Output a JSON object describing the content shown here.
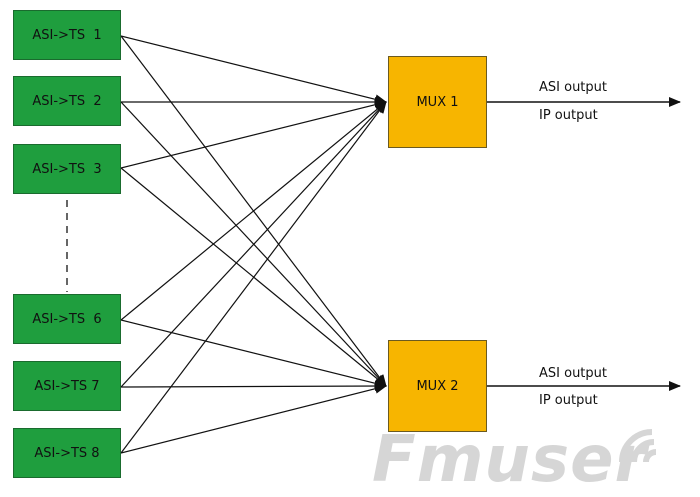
{
  "sources": [
    {
      "label": "ASI->TS  1"
    },
    {
      "label": "ASI->TS  2"
    },
    {
      "label": "ASI->TS  3"
    },
    {
      "label": "ASI->TS  6"
    },
    {
      "label": "ASI->TS 7"
    },
    {
      "label": "ASI->TS 8"
    }
  ],
  "muxes": [
    {
      "label": "MUX 1",
      "output_primary": "ASI output",
      "output_secondary": "IP output"
    },
    {
      "label": "MUX 2",
      "output_primary": "ASI output",
      "output_secondary": "IP output"
    }
  ],
  "connections": "every ASI->TS source connects to both MUX 1 and MUX 2",
  "watermark": "Fmuser",
  "colors": {
    "source_fill": "#1f9e3e",
    "mux_fill": "#f7b500",
    "line": "#111111",
    "watermark": "#d6d6d6"
  }
}
